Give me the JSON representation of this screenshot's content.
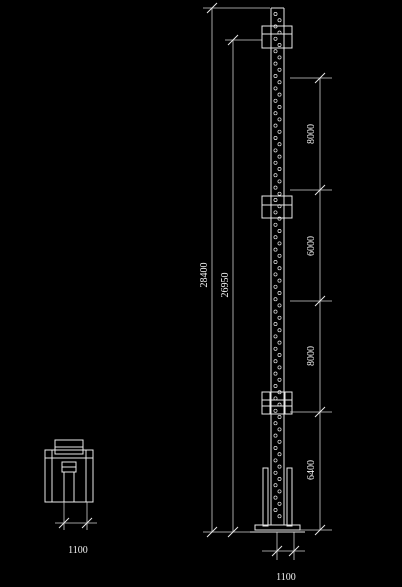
{
  "drawing": {
    "overall_height": "28400",
    "inner_height": "26950",
    "segments": [
      "8000",
      "6000",
      "8000",
      "6400"
    ],
    "mast_base_width": "1100",
    "detail_width": "1100"
  },
  "colors": {
    "background": "#000000",
    "line": "#e8e8e8"
  }
}
